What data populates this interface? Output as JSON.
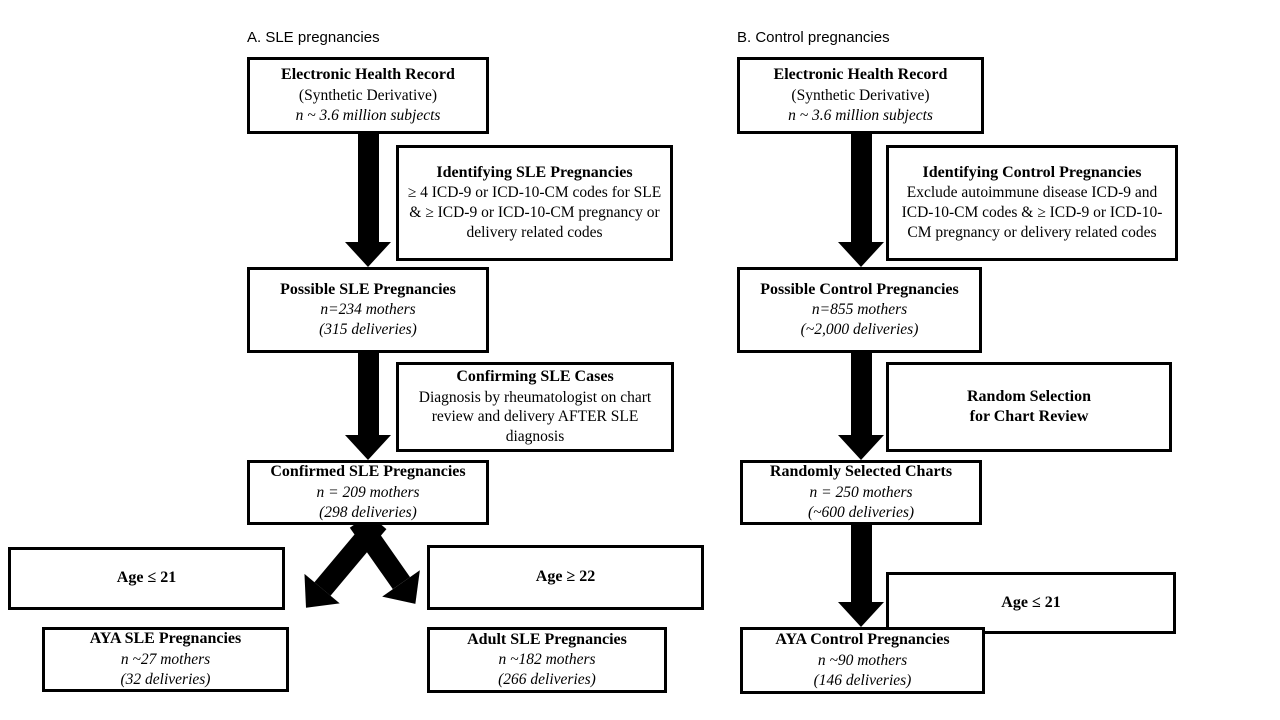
{
  "colors": {
    "line": "#000000",
    "background": "#ffffff"
  },
  "panelA": {
    "label": "A. SLE pregnancies",
    "ehr": {
      "l1": "Electronic Health Record",
      "l2": "(Synthetic Derivative)",
      "l3": "n ~ 3.6 million subjects"
    },
    "identify": {
      "l1": "Identifying SLE Pregnancies",
      "body": "≥ 4 ICD-9 or ICD-10-CM codes for SLE & ≥ ICD-9 or ICD-10-CM pregnancy or delivery related codes"
    },
    "possible": {
      "l1": "Possible SLE Pregnancies",
      "l2": "n=234 mothers",
      "l3": "(315 deliveries)"
    },
    "confirming": {
      "l1": "Confirming SLE Cases",
      "body": "Diagnosis by rheumatologist on chart review and delivery AFTER SLE diagnosis"
    },
    "confirmed": {
      "l1": "Confirmed SLE Pregnancies",
      "l2": "n = 209 mothers",
      "l3": "(298 deliveries)"
    },
    "age_young": "Age ≤ 21",
    "age_adult": "Age ≥ 22",
    "aya": {
      "l1": "AYA SLE Pregnancies",
      "l2": "n ~27 mothers",
      "l3": "(32 deliveries)"
    },
    "adult": {
      "l1": "Adult SLE Pregnancies",
      "l2": "n ~182 mothers",
      "l3": "(266 deliveries)"
    }
  },
  "panelB": {
    "label": "B. Control pregnancies",
    "ehr": {
      "l1": "Electronic Health Record",
      "l2": "(Synthetic Derivative)",
      "l3": "n ~ 3.6 million subjects"
    },
    "identify": {
      "l1": "Identifying Control Pregnancies",
      "body": "Exclude autoimmune disease ICD-9 and ICD-10-CM codes & ≥ ICD-9 or ICD-10-CM pregnancy or delivery related codes"
    },
    "possible": {
      "l1": "Possible Control Pregnancies",
      "l2": "n=855 mothers",
      "l3": "(~2,000 deliveries)"
    },
    "random": {
      "l1": "Random Selection",
      "l2": "for Chart Review"
    },
    "selected": {
      "l1": "Randomly Selected Charts",
      "l2": "n = 250 mothers",
      "l3": "(~600 deliveries)"
    },
    "age_young": "Age ≤ 21",
    "aya": {
      "l1": "AYA Control Pregnancies",
      "l2": "n ~90 mothers",
      "l3": "(146 deliveries)"
    }
  }
}
